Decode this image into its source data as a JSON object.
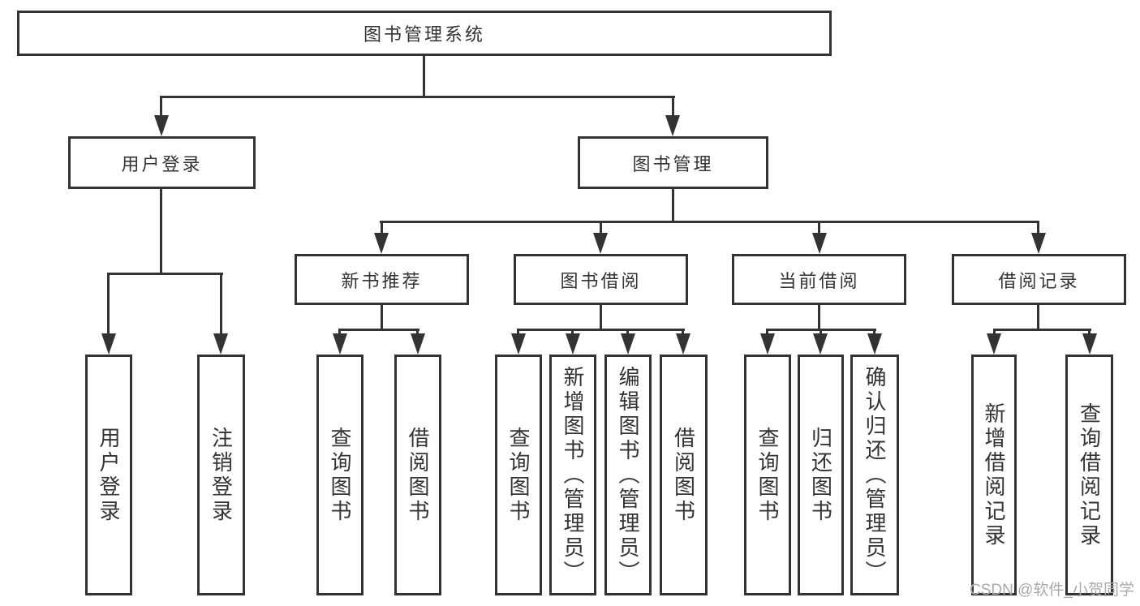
{
  "diagram": {
    "type": "function-structure-tree",
    "colors": {
      "line": "#333333",
      "text": "#333333",
      "box_background": "#ffffff",
      "background": "#ffffff",
      "watermark": "#aaaaaa"
    },
    "tree": {
      "label": "图书管理系统",
      "children": [
        {
          "label": "用户登录",
          "children": [
            {
              "label": "用户登录"
            },
            {
              "label": "注销登录"
            }
          ]
        },
        {
          "label": "图书管理",
          "children": [
            {
              "label": "新书推荐",
              "children": [
                {
                  "label": "查询图书"
                },
                {
                  "label": "借阅图书"
                }
              ]
            },
            {
              "label": "图书借阅",
              "children": [
                {
                  "label": "查询图书"
                },
                {
                  "label": "新增图书（管理员）"
                },
                {
                  "label": "编辑图书（管理员）"
                },
                {
                  "label": "借阅图书"
                }
              ]
            },
            {
              "label": "当前借阅",
              "children": [
                {
                  "label": "查询图书"
                },
                {
                  "label": "归还图书"
                },
                {
                  "label": "确认归还（管理员）"
                }
              ]
            },
            {
              "label": "借阅记录",
              "children": [
                {
                  "label": "新增借阅记录"
                },
                {
                  "label": "查询借阅记录"
                }
              ]
            }
          ]
        }
      ]
    },
    "watermark": "CSDN @软件_小贺同学"
  }
}
